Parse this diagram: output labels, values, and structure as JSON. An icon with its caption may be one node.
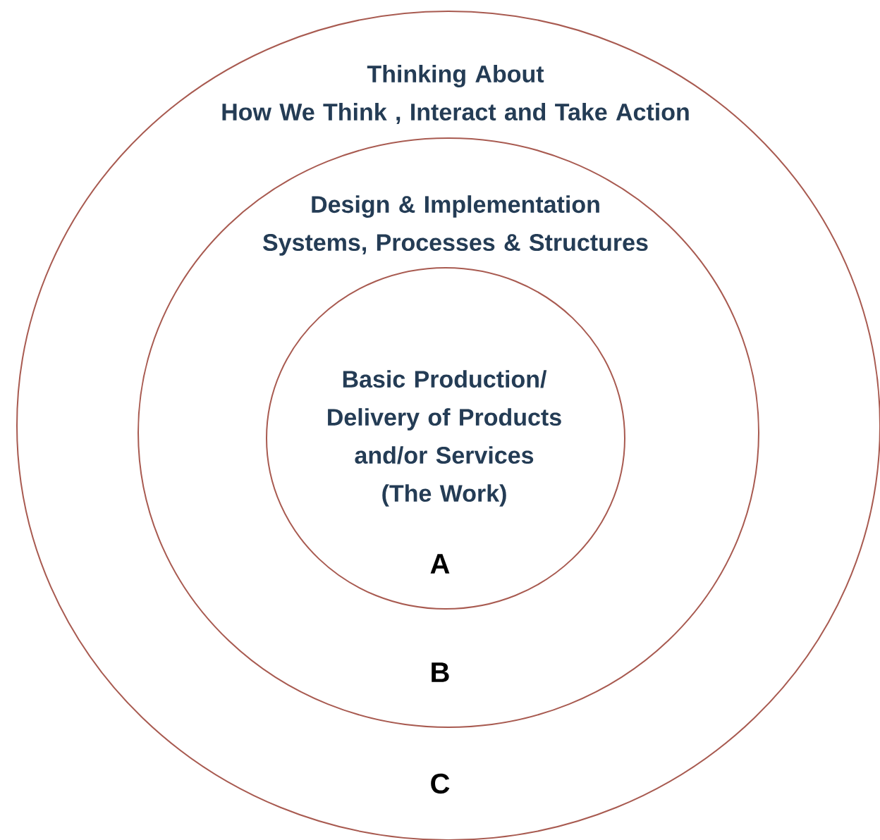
{
  "diagram": {
    "nodes": [
      {
        "text": [
          "Thinking About How We Think , Interact and Take Action",
          "C"
        ]
      },
      {
        "text": [
          "Design & Implementation Systems, Processes & Structures",
          "B"
        ],
        "in": 0
      },
      {
        "text": [
          "Basic Production/ Delivery of Products and/or Services (The Work)",
          "A"
        ],
        "in": 1
      }
    ]
  }
}
